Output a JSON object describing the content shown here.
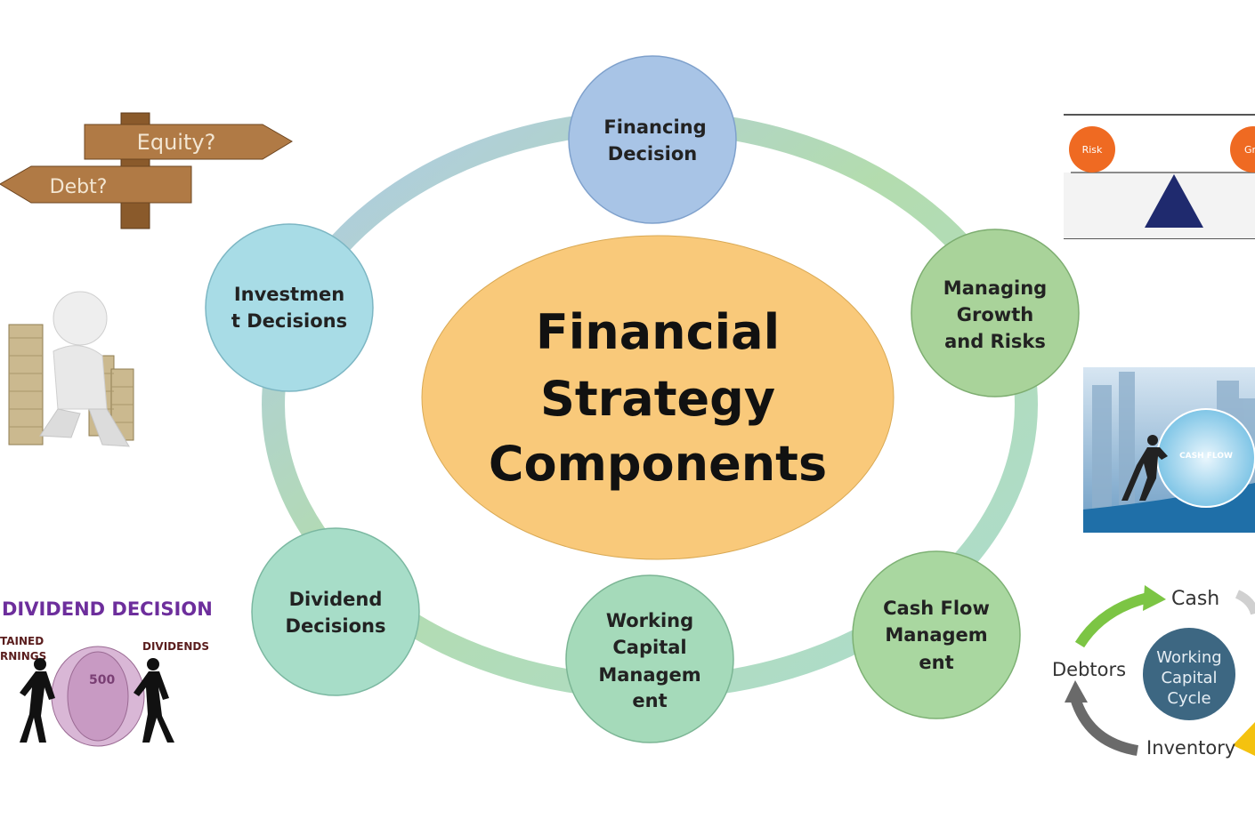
{
  "center": {
    "lines": [
      "Financial",
      "Strategy",
      "Components"
    ],
    "color": "#F9C97A"
  },
  "nodes": [
    {
      "id": "financing-decision",
      "lines": [
        "Financing",
        "Decision"
      ],
      "color": "#A8C4E6"
    },
    {
      "id": "managing-growth-risks",
      "lines": [
        "Managing",
        "Growth",
        "and Risks"
      ],
      "color": "#A9D39A"
    },
    {
      "id": "cash-flow-management",
      "lines": [
        "Cash Flow",
        "Managem",
        "ent"
      ],
      "color": "#A9D7A0"
    },
    {
      "id": "working-capital-management",
      "lines": [
        "Working",
        "Capital",
        "Managem",
        "ent"
      ],
      "color": "#A5DABA"
    },
    {
      "id": "dividend-decisions",
      "lines": [
        "Dividend",
        "Decisions"
      ],
      "color": "#A7DDC8"
    },
    {
      "id": "investment-decisions",
      "lines": [
        "Investmen",
        "t Decisions"
      ],
      "color": "#A8DCE6"
    }
  ],
  "side_images": {
    "signpost": {
      "top": "Equity?",
      "bottom": "Debt?"
    },
    "balance": {
      "left": "Risk",
      "right": "Gro"
    },
    "cashflow_ball": "CASH FLOW",
    "dividend": {
      "title": "DIVIDEND DECISION",
      "left": "TAINED\nRNINGS",
      "right": "DIVIDENDS",
      "note": "500"
    },
    "wc_cycle": {
      "center": [
        "Working",
        "Capital",
        "Cycle"
      ],
      "cash": "Cash",
      "debtors": "Debtors",
      "inventory": "Inventory"
    }
  }
}
